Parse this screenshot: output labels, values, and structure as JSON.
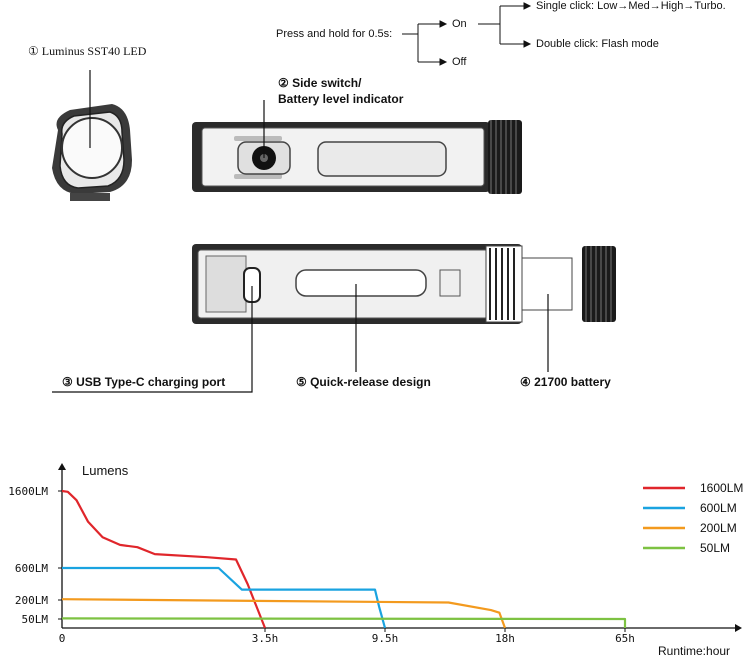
{
  "callouts": {
    "led": "① Luminus SST40 LED",
    "switch_line1": "② Side switch/",
    "switch_line2": "Battery level indicator",
    "usb": "③ USB Type-C charging port",
    "battery": "④ 21700 battery",
    "quick_release": "⑤ Quick-release design"
  },
  "switch_flow": {
    "press": "Press and hold for 0.5s:",
    "on": "On",
    "off": "Off",
    "single_click": "Single click: Low→Med→High→Turbo.",
    "double_click": "Double click: Flash mode"
  },
  "chart_data": {
    "type": "line",
    "ylabel": "Lumens",
    "xlabel": "Runtime:hour",
    "y_ticks": [
      "1600LM",
      "600LM",
      "200LM",
      "50LM"
    ],
    "x_ticks": [
      "0",
      "3.5h",
      "9.5h",
      "18h",
      "65h"
    ],
    "series": [
      {
        "name": "1600LM",
        "color": "#e0262b",
        "points": [
          [
            0,
            1600
          ],
          [
            0.1,
            1590
          ],
          [
            0.25,
            1480
          ],
          [
            0.45,
            1200
          ],
          [
            0.7,
            1000
          ],
          [
            1.0,
            900
          ],
          [
            1.3,
            870
          ],
          [
            1.6,
            780
          ],
          [
            2.5,
            740
          ],
          [
            3.0,
            710
          ],
          [
            3.2,
            400
          ],
          [
            3.5,
            0
          ]
        ]
      },
      {
        "name": "600LM",
        "color": "#1aa3e0",
        "points": [
          [
            0,
            600
          ],
          [
            2.7,
            600
          ],
          [
            3.1,
            330
          ],
          [
            9.0,
            330
          ],
          [
            9.2,
            150
          ],
          [
            9.5,
            0
          ]
        ]
      },
      {
        "name": "200LM",
        "color": "#f39a1e",
        "points": [
          [
            0,
            210
          ],
          [
            14,
            180
          ],
          [
            17,
            120
          ],
          [
            17.6,
            100
          ],
          [
            18,
            0
          ]
        ]
      },
      {
        "name": "50LM",
        "color": "#7dc242",
        "points": [
          [
            0,
            55
          ],
          [
            65,
            50
          ],
          [
            65,
            0
          ]
        ]
      }
    ]
  }
}
